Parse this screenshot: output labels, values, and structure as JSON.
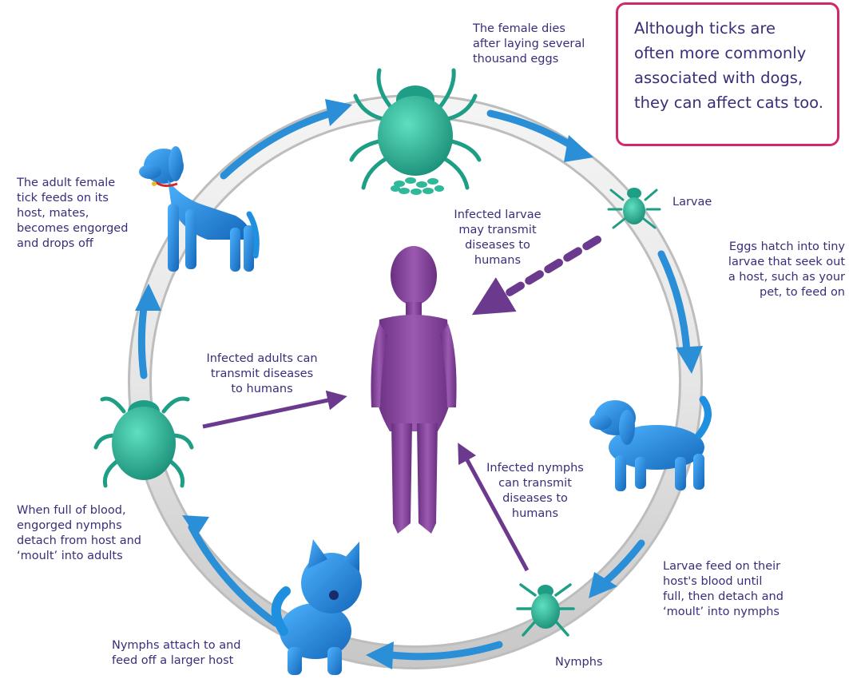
{
  "callout": {
    "text": "Although ticks are\noften more commonly\nassociated with dogs,\nthey can affect cats too.",
    "border_color": "#d0286a"
  },
  "stages": {
    "female_dies": "The female dies\nafter laying several\nthousand eggs",
    "larvae_label": "Larvae",
    "eggs_hatch": "Eggs hatch into tiny\nlarvae that seek out\na host, such as your\npet, to feed on",
    "larvae_feed": "Larvae feed on their\nhost's blood until\nfull, then detach and\n‘moult’ into nymphs",
    "nymphs_label": "Nymphs",
    "nymphs_attach": "Nymphs attach to and\nfeed off a larger host",
    "engorged_nymphs": "When full of blood,\nengorged nymphs\ndetach from host and\n‘moult’ into adults",
    "adult_female": "The adult female\ntick feeds on its\nhost, mates,\nbecomes engorged\nand drops off"
  },
  "transmission": {
    "infected_larvae": "Infected larvae\nmay transmit\ndiseases to\nhumans",
    "infected_adults": "Infected adults can\ntransmit diseases\nto humans",
    "infected_nymphs": "Infected nymphs\ncan transmit\ndiseases to\nhumans"
  },
  "colors": {
    "text": "#3a2d7a",
    "cycle_arrow": "#2a8fd6",
    "tick": "#2fb89a",
    "host_animal": "#1f8fe0",
    "human": "#7a3f8f",
    "ring": "#d9d9d9"
  },
  "icons": [
    "adult-tick-icon",
    "eggs-icon",
    "larva-tick-icon",
    "dog-icon",
    "nymph-tick-icon",
    "cat-icon",
    "engorged-tick-icon",
    "large-dog-icon",
    "human-icon"
  ]
}
